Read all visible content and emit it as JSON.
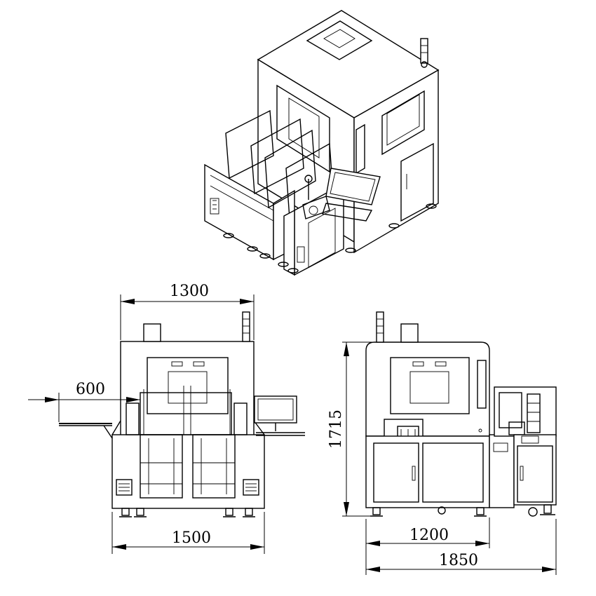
{
  "drawing": {
    "front_view": {
      "dim_top_width": "1300",
      "dim_side_extension": "600",
      "dim_bottom_width": "1500"
    },
    "side_view": {
      "dim_height": "1715",
      "dim_body_width": "1200",
      "dim_total_width": "1850"
    }
  }
}
